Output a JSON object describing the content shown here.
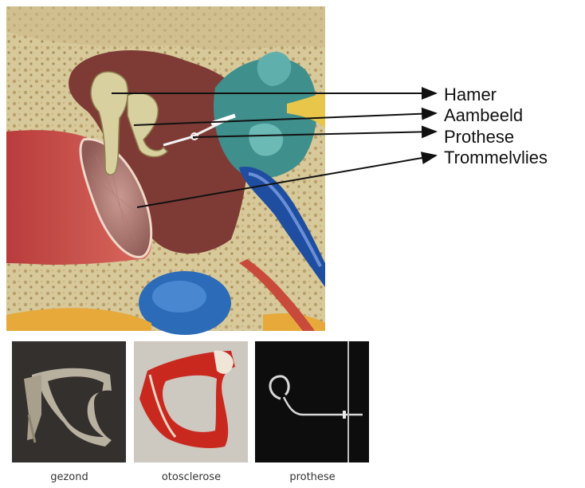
{
  "labels": {
    "hamer": "Hamer",
    "aambeeld": "Aambeeld",
    "prothese": "Prothese",
    "trommelvlies": "Trommelvlies"
  },
  "captions": {
    "gezond": "gezond",
    "otosclerose": "otosclerose",
    "prothese": "prothese"
  }
}
